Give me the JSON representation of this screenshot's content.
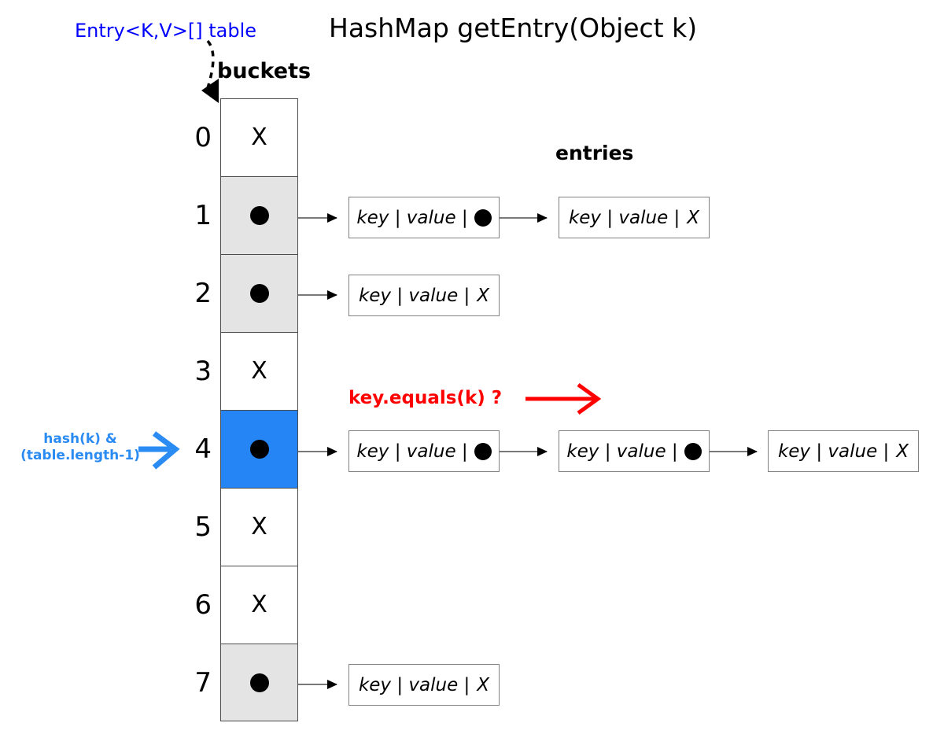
{
  "diagram": {
    "title": "HashMap getEntry(Object k)",
    "table_label": "Entry<K,V>[] table",
    "buckets_label": "buckets",
    "entries_label": "entries",
    "equals_label": "key.equals(k) ?",
    "hash_label_line1": "hash(k) &",
    "hash_label_line2": "(table.length-1)",
    "null_glyph": "X",
    "entry_text": "key | value |",
    "colors": {
      "highlight_blue": "#2585f5",
      "occupied_gray": "#e4e4e4",
      "empty_white": "#ffffff",
      "annotation_blue": "#0000ff",
      "hash_arrow_blue": "#2a8bf2",
      "equals_red": "#ff0000",
      "cell_border": "#4d4d4d",
      "entry_border": "#808080"
    },
    "buckets": [
      {
        "index": "0",
        "fill": "white",
        "content": "null",
        "entries": []
      },
      {
        "index": "1",
        "fill": "gray",
        "content": "pointer",
        "entries": [
          {
            "text": "key | value |",
            "next": "pointer"
          },
          {
            "text": "key | value |",
            "next": "null"
          }
        ]
      },
      {
        "index": "2",
        "fill": "gray",
        "content": "pointer",
        "entries": [
          {
            "text": "key | value |",
            "next": "null"
          }
        ]
      },
      {
        "index": "3",
        "fill": "white",
        "content": "null",
        "entries": []
      },
      {
        "index": "4",
        "fill": "blue",
        "content": "pointer",
        "entries": [
          {
            "text": "key | value |",
            "next": "pointer"
          },
          {
            "text": "key | value |",
            "next": "pointer"
          },
          {
            "text": "key | value |",
            "next": "null"
          }
        ]
      },
      {
        "index": "5",
        "fill": "white",
        "content": "null",
        "entries": []
      },
      {
        "index": "6",
        "fill": "white",
        "content": "null",
        "entries": []
      },
      {
        "index": "7",
        "fill": "gray",
        "content": "pointer",
        "entries": [
          {
            "text": "key | value |",
            "next": "null"
          }
        ]
      }
    ]
  }
}
